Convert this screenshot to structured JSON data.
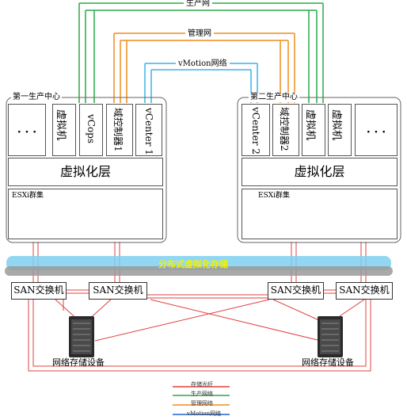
{
  "networks": {
    "production": "生产网",
    "management": "管理网",
    "vmotion": "vMotion网络"
  },
  "centers": {
    "first": {
      "title": "第一生产中心",
      "vms": [
        "· · ·",
        "虚拟机",
        "vCops",
        "域控制器1",
        "vCenter 1"
      ],
      "virt_layer": "虚拟化层",
      "esxi_label": "ESXi群集"
    },
    "second": {
      "title": "第二生产中心",
      "vms": [
        "vCenter 2",
        "域控制器2",
        "虚拟机",
        "虚拟机",
        "· · ·"
      ],
      "virt_layer": "虚拟化层",
      "esxi_label": "ESXi群集"
    }
  },
  "distributed_storage": "分布式虚拟化存储",
  "san_switches": [
    "SAN交换机",
    "SAN交换机",
    "SAN交换机",
    "SAN交换机"
  ],
  "storage_devices": [
    "网络存储设备",
    "网络存储设备"
  ],
  "legend": [
    {
      "label": "存储光纤",
      "color": "#e04040"
    },
    {
      "label": "生产网络",
      "color": "#2aa84a"
    },
    {
      "label": "管理网络",
      "color": "#f08c1e"
    },
    {
      "label": "vMotion网络",
      "color": "#1e64d2"
    }
  ],
  "colors": {
    "production": "#2aa84a",
    "management": "#f08c1e",
    "vmotion": "#3bb4e6",
    "fiber": "#e04040",
    "storage_band": "#7fd0f0"
  }
}
